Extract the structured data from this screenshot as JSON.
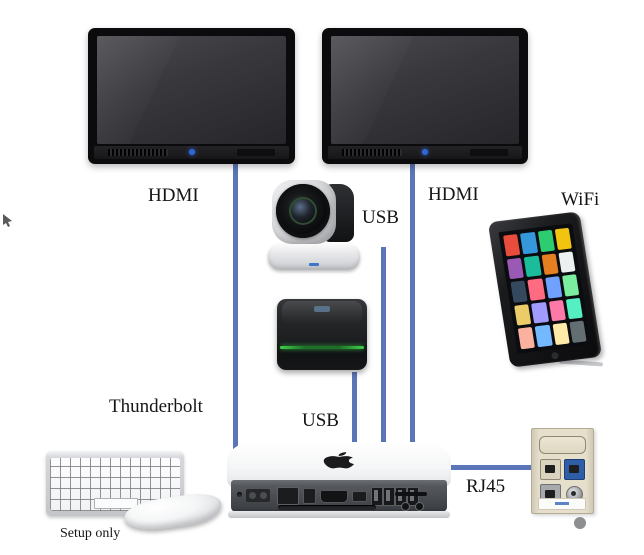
{
  "labels": {
    "hdmi_left": "HDMI",
    "hdmi_right": "HDMI",
    "usb_camera": "USB",
    "usb_speakerphone": "USB",
    "wifi": "WiFi",
    "thunderbolt": "Thunderbolt",
    "rj45": "RJ45",
    "setup_only": "Setup only"
  },
  "colors": {
    "background": "#ffffff",
    "connection_line": "#5b76b8",
    "monitor_led": "#2f68d6",
    "speaker_led_green": "#3fd24a",
    "wall_plate": "#e6dfcc",
    "rj45_jack_blue": "#2e5ea8",
    "rj45_jack_beige": "#dad3bf",
    "rj45_jack_gray": "#a7a9ac"
  },
  "ipad_icon_colors": [
    "#e74c3c",
    "#3498db",
    "#2ecc71",
    "#f1c40f",
    "#9b59b6",
    "#1abc9c",
    "#e67e22",
    "#ecf0f1",
    "#34495e",
    "#ff6b81",
    "#70a1ff",
    "#7bed9f",
    "#eccc68",
    "#a29bfe",
    "#fd79a8",
    "#55efc4",
    "#fab1a0",
    "#74b9ff",
    "#ffeaa7",
    "#636e72"
  ]
}
